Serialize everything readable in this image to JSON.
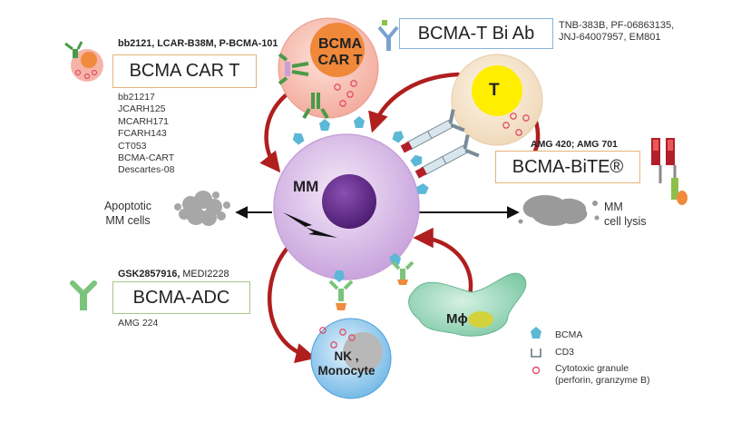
{
  "car_t": {
    "header_drugs": "bb2121, LCAR-B38M, P-BCMA-101",
    "box_label": "BCMA CAR T",
    "drug_list": [
      "bb21217",
      "JCARH125",
      "MCARH171",
      "FCARH143",
      "CT053",
      "BCMA-CART",
      "Descartes-08"
    ],
    "cell_label_line1": "BCMA",
    "cell_label_line2": "CAR T"
  },
  "bi_ab": {
    "box_label": "BCMA-T Bi Ab",
    "drug_line1": "TNB-383B, PF-06863135,",
    "drug_line2": "JNJ-64007957, EM801"
  },
  "t_cell": {
    "label": "T"
  },
  "bite": {
    "header_drugs": "AMG 420; AMG 701",
    "box_label": "BCMA-BiTE®"
  },
  "mm_cell": {
    "label": "MM"
  },
  "apoptotic": {
    "line1": "Apoptotic",
    "line2": "MM cells"
  },
  "lysis": {
    "line1": "MM",
    "line2": "cell lysis"
  },
  "adc": {
    "header_bold": "GSK2857916,",
    "header_rest": " MEDI2228",
    "box_label": "BCMA-ADC",
    "drug": "AMG 224"
  },
  "nk": {
    "line1": "NK ,",
    "line2": "Monocyte"
  },
  "macrophage": {
    "label": "Mϕ"
  },
  "legend": {
    "bcma": "BCMA",
    "cd3": "CD3",
    "granule_line1": "Cytotoxic granule",
    "granule_line2": "(perforin, granzyme B)"
  },
  "colors": {
    "mm_outer": "#d6b6e6",
    "mm_nucleus": "#5e2a86",
    "car_t_cell": "#f6b4a8",
    "car_t_nucleus": "#f08a3c",
    "t_cell": "#f6e2c4",
    "t_nucleus": "#ffee00",
    "nk_cell": "#8ec8ee",
    "nk_nucleus": "#b5b5b5",
    "macrophage": "#8ed2b0",
    "bcma": "#5bb8d6",
    "arrow_red": "#b01e1e",
    "granule": "#e0506a",
    "bite_red": "#c0202a",
    "adc_green": "#7cc47c"
  }
}
